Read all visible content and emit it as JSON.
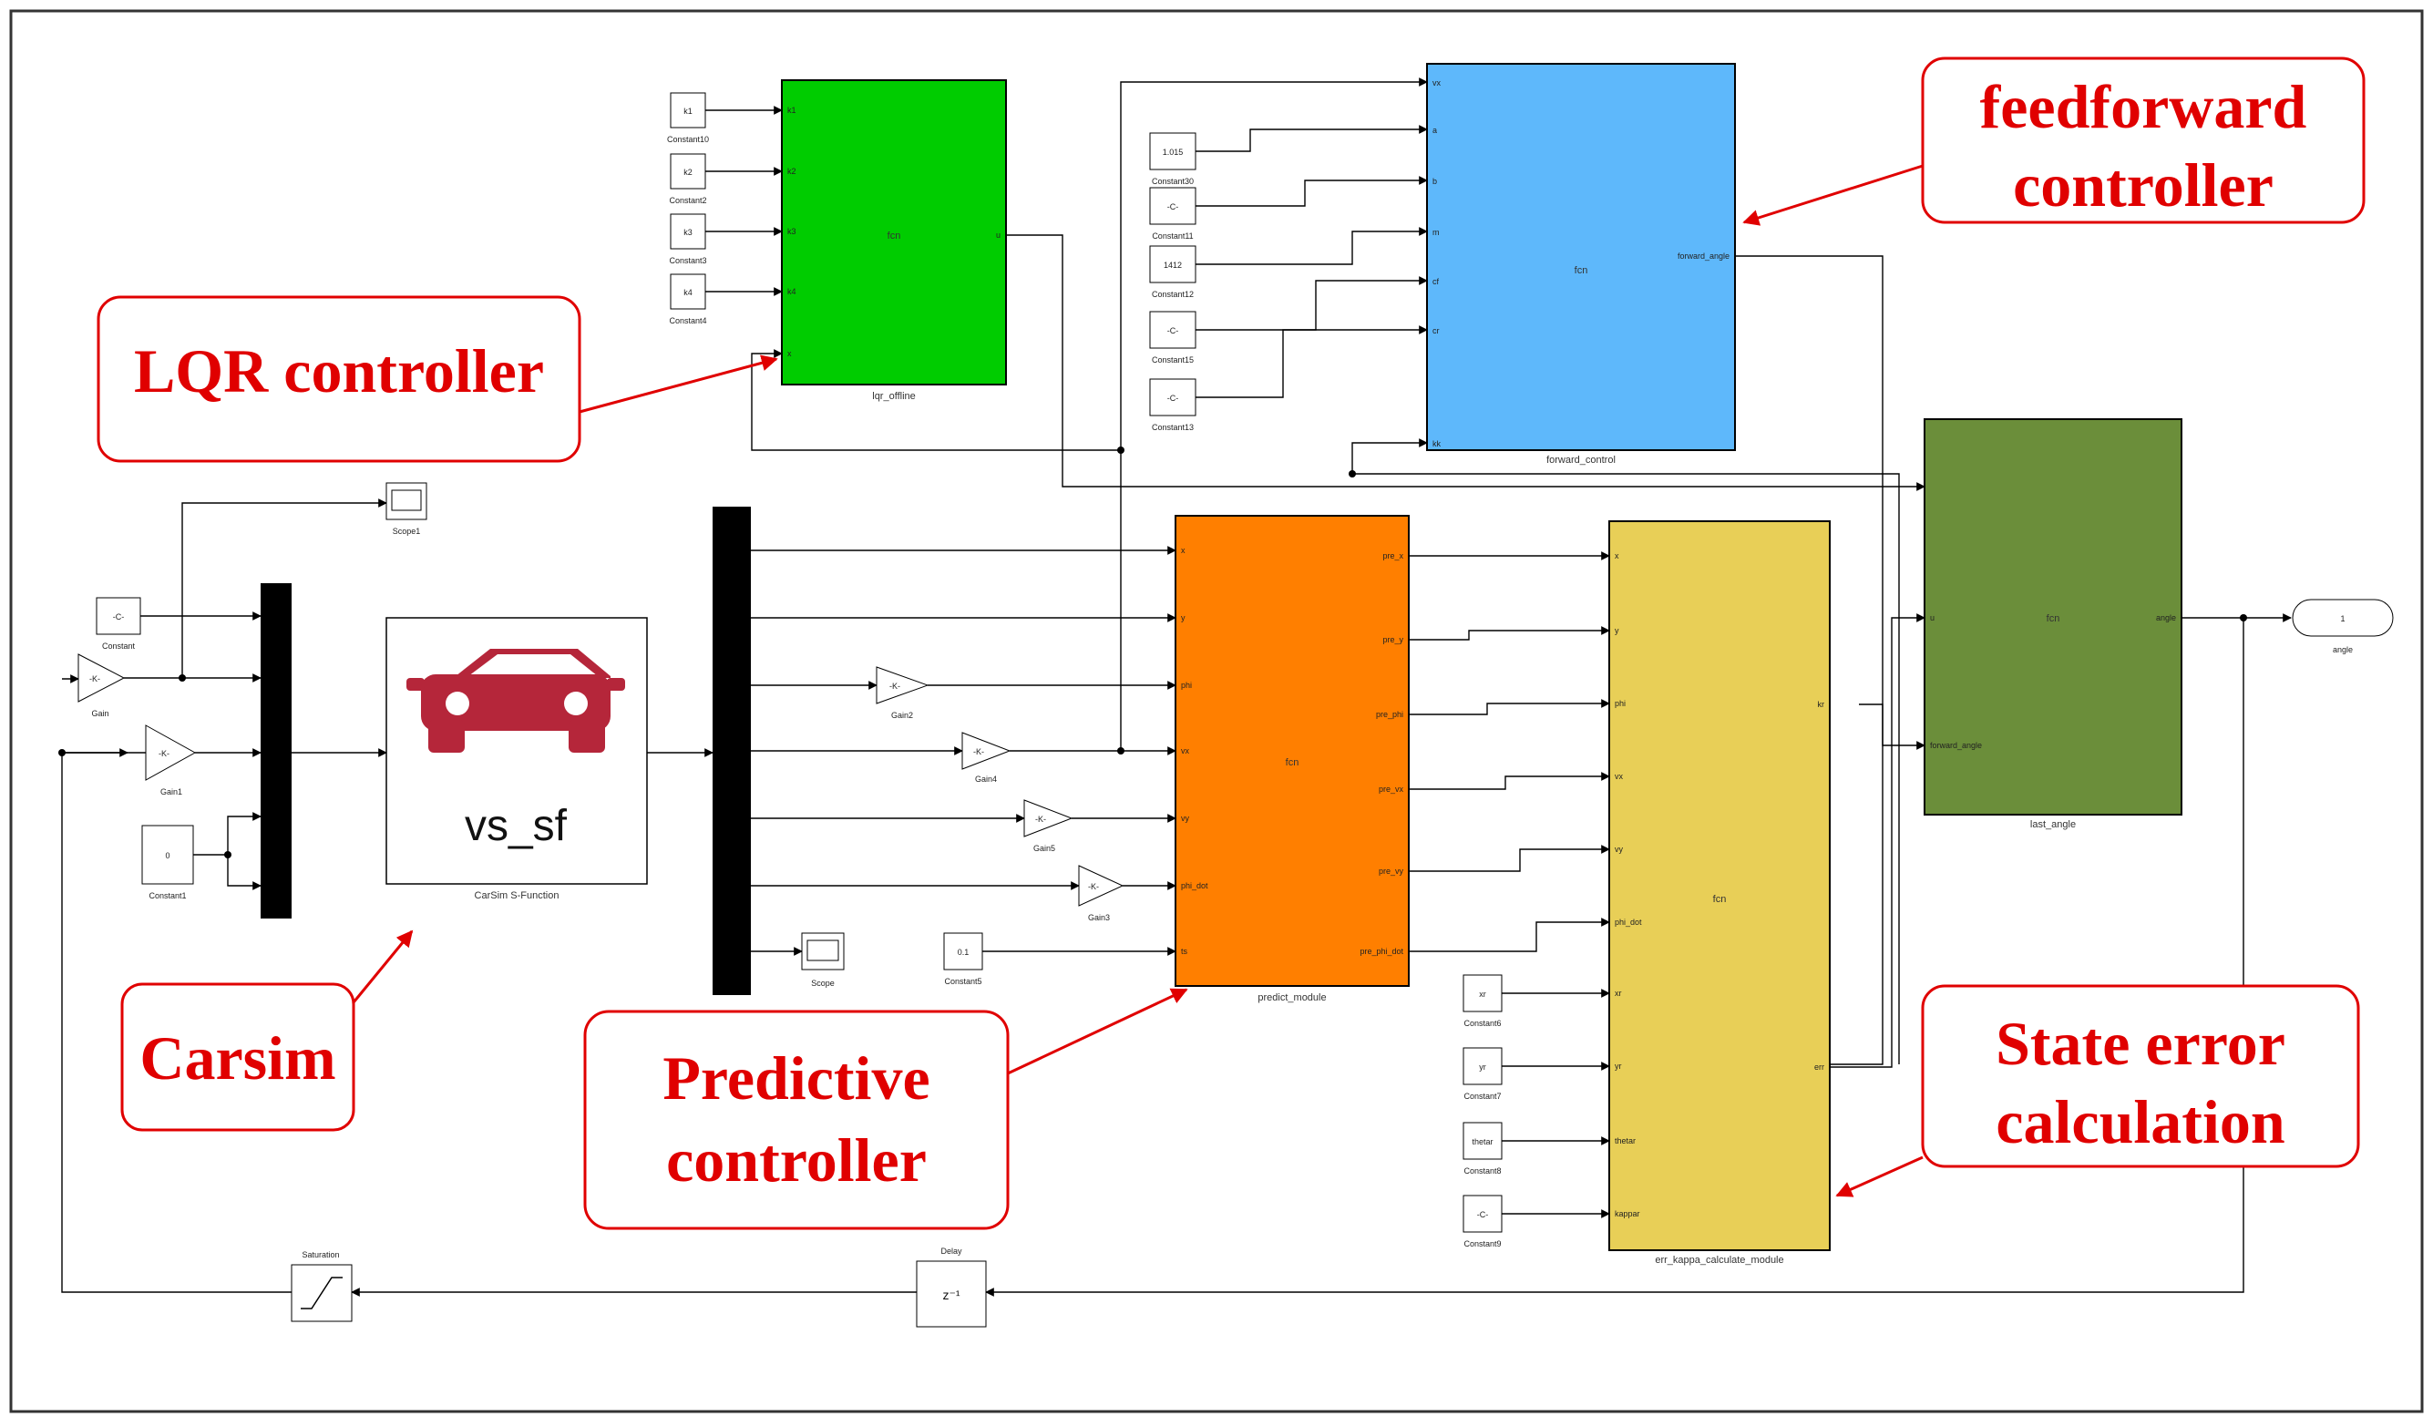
{
  "colors": {
    "lqr_block": "#00cc00",
    "feedforward_block": "#5eb8fb",
    "predict_block": "#ff7f00",
    "error_block": "#e8cf57",
    "last_angle_block": "#6b8e3a",
    "callout": "#e00000",
    "mux": "#000000",
    "car": "#b5263a"
  },
  "callouts": {
    "lqr": "LQR controller",
    "feedforward_line1": "feedforward",
    "feedforward_line2": "controller",
    "carsim": "Carsim",
    "predictive_line1": "Predictive",
    "predictive_line2": "controller",
    "state_error_line1": "State error",
    "state_error_line2": "calculation"
  },
  "blocks": {
    "lqr": {
      "name": "lqr_offline",
      "fcn": "fcn",
      "inputs": [
        "k1",
        "k2",
        "k3",
        "k4",
        "x"
      ],
      "output": "u"
    },
    "feedforward": {
      "name": "forward_control",
      "fcn": "fcn",
      "inputs": [
        "vx",
        "a",
        "b",
        "m",
        "cf",
        "cr",
        "kk"
      ],
      "output": "forward_angle"
    },
    "predict": {
      "name": "predict_module",
      "fcn": "fcn",
      "inputs": [
        "x",
        "y",
        "phi",
        "vx",
        "vy",
        "phi_dot",
        "ts"
      ],
      "outputs": [
        "pre_x",
        "pre_y",
        "pre_phi",
        "pre_vx",
        "pre_vy",
        "pre_phi_dot"
      ]
    },
    "error": {
      "name": "err_kappa_calculate_module",
      "fcn": "fcn",
      "inputs": [
        "x",
        "y",
        "phi",
        "vx",
        "vy",
        "phi_dot",
        "xr",
        "yr",
        "thetar",
        "kappar"
      ],
      "outputs": [
        "kr",
        "err"
      ]
    },
    "last_angle": {
      "name": "last_angle",
      "fcn": "fcn",
      "inputs": [
        "u",
        "forward_angle"
      ],
      "output": "angle"
    },
    "carsim": {
      "label": "vs_sf",
      "caption": "CarSim S-Function"
    },
    "outport": {
      "value": "1",
      "name": "angle"
    },
    "saturation": {
      "name": "Saturation"
    },
    "delay": {
      "name": "Delay",
      "symbol": "z⁻¹"
    },
    "scope1": {
      "name": "Scope1"
    },
    "scope": {
      "name": "Scope"
    }
  },
  "constants": {
    "c10": {
      "value": "k1",
      "name": "Constant10"
    },
    "c2": {
      "value": "k2",
      "name": "Constant2"
    },
    "c3": {
      "value": "k3",
      "name": "Constant3"
    },
    "c4": {
      "value": "k4",
      "name": "Constant4"
    },
    "c30": {
      "value": "1.015",
      "name": "Constant30"
    },
    "c11": {
      "value": "-C-",
      "name": "Constant11"
    },
    "c12": {
      "value": "1412",
      "name": "Constant12"
    },
    "c15": {
      "value": "-C-",
      "name": "Constant15"
    },
    "c13": {
      "value": "-C-",
      "name": "Constant13"
    },
    "c0": {
      "value": "-C-",
      "name": "Constant"
    },
    "c1": {
      "value": "0",
      "name": "Constant1"
    },
    "c5": {
      "value": "0.1",
      "name": "Constant5"
    },
    "c6": {
      "value": "xr",
      "name": "Constant6"
    },
    "c7": {
      "value": "yr",
      "name": "Constant7"
    },
    "c8": {
      "value": "thetar",
      "name": "Constant8"
    },
    "c9": {
      "value": "-C-",
      "name": "Constant9"
    }
  },
  "gains": {
    "gain": {
      "value": "-K-",
      "name": "Gain"
    },
    "gain1": {
      "value": "-K-",
      "name": "Gain1"
    },
    "gain2": {
      "value": "-K-",
      "name": "Gain2"
    },
    "gain4": {
      "value": "-K-",
      "name": "Gain4"
    },
    "gain5": {
      "value": "-K-",
      "name": "Gain5"
    },
    "gain3": {
      "value": "-K-",
      "name": "Gain3"
    }
  }
}
